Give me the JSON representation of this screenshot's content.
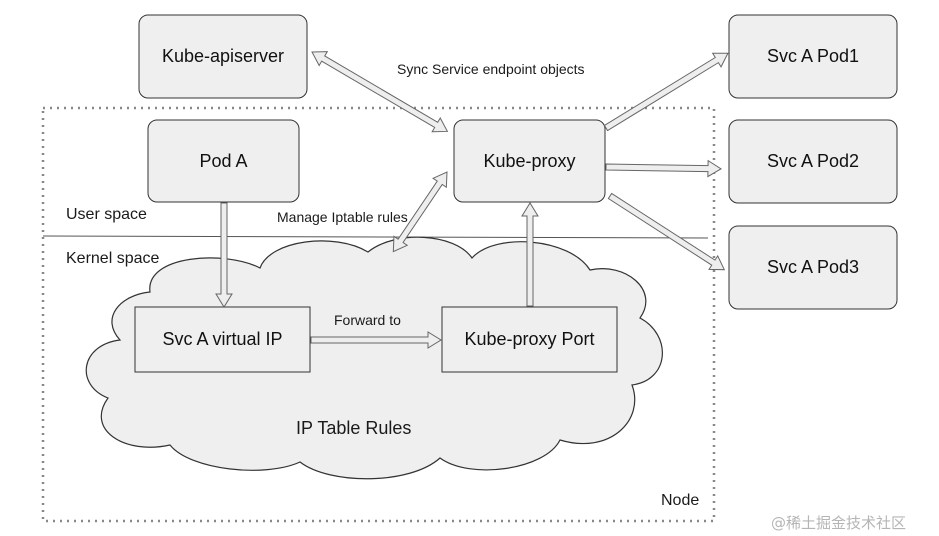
{
  "nodes": {
    "kube_apiserver": "Kube-apiserver",
    "pod_a": "Pod A",
    "kube_proxy": "Kube-proxy",
    "svc_a_pod1": "Svc A Pod1",
    "svc_a_pod2": "Svc A Pod2",
    "svc_a_pod3": "Svc A Pod3",
    "svc_a_virtual_ip": "Svc A virtual IP",
    "kube_proxy_port": "Kube-proxy Port"
  },
  "labels": {
    "sync_service": "Sync Service endpoint objects",
    "manage_iptable": "Manage Iptable rules",
    "forward_to": "Forward to",
    "user_space": "User space",
    "kernel_space": "Kernel space",
    "ip_table_rules": "IP Table Rules",
    "node": "Node"
  },
  "watermark": "@稀土掘金技术社区",
  "colors": {
    "box_fill": "#efefef",
    "box_stroke": "#333333",
    "cloud_fill": "#efefef",
    "arrow_fill": "#eeeeee",
    "arrow_stroke": "#666666",
    "dotted": "#888888"
  }
}
